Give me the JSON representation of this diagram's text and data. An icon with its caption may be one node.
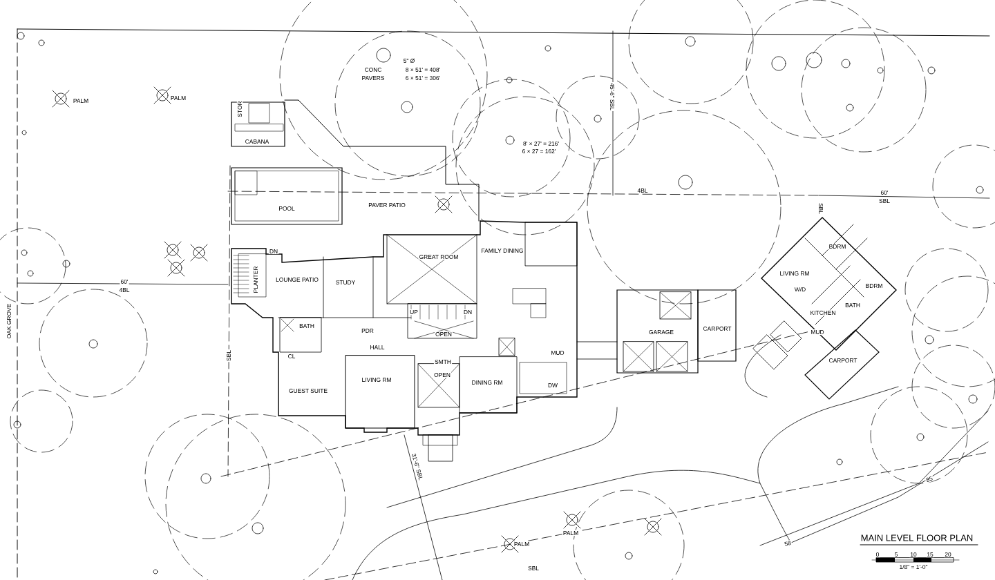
{
  "diagram": {
    "title": "MAIN LEVEL FLOOR PLAN",
    "labels": [
      "5\" Ø",
      "CONC",
      "8 × 51' = 408'",
      "PAVERS",
      "6 × 51' = 306'",
      "PALM",
      "PALM",
      "STOR",
      "CABANA",
      "8' × 27' = 216'",
      "6 × 27 = 162'",
      "45'-6\" SBL",
      "4BL",
      "60'",
      "SBL",
      "SBL",
      "POOL",
      "PAVER PATIO",
      "DN",
      "PLANTER",
      "LOUNGE PATIO",
      "STUDY",
      "GREAT ROOM",
      "FAMILY DINING",
      "60'",
      "4BL",
      "OAK GROVE",
      "BATH",
      "UP",
      "DN",
      "OPEN",
      "PDR",
      "HALL",
      "CL",
      "SBL",
      "MUD",
      "SMTH",
      "OPEN",
      "LIVING RM",
      "DINING RM",
      "DW",
      "GUEST SUITE",
      "GARAGE",
      "CARPORT",
      "BDRM",
      "LIVING RM",
      "W/D",
      "BDRM",
      "BATH",
      "KITCHEN",
      "MUD",
      "CARPORT",
      "31'-6\" SBL",
      "PALM",
      "PALM",
      "SBL",
      "85",
      "58",
      "0",
      "5",
      "10",
      "15",
      "20",
      "1/8\" = 1'-0\""
    ]
  }
}
